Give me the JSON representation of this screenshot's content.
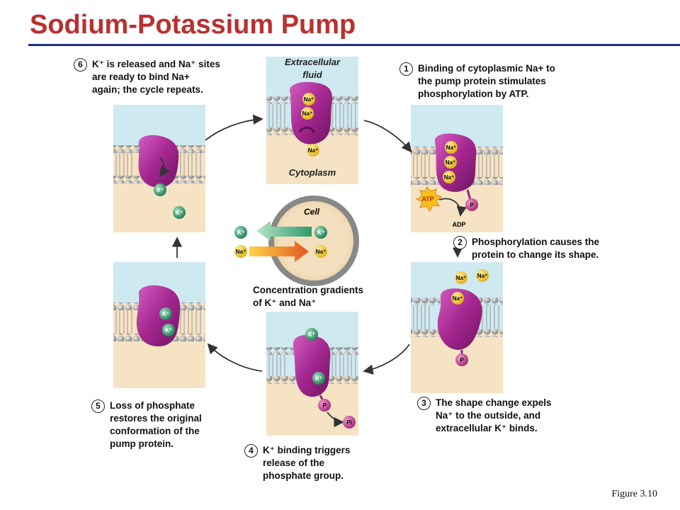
{
  "title": "Sodium-Potassium Pump",
  "figure_ref": "Figure 3.10",
  "labels": {
    "extracellular_line1": "Extracellular",
    "extracellular_line2": "fluid",
    "cytoplasm": "Cytoplasm",
    "cell": "Cell",
    "gradient_line1": "Concentration gradients",
    "gradient_line2": "of K⁺ and Na⁺"
  },
  "ions": {
    "na": "Na⁺",
    "k": "K⁺",
    "p": "P",
    "pi": "Pi",
    "atp": "ATP",
    "adp": "ADP"
  },
  "steps": [
    {
      "num": "1",
      "lines": [
        "Binding of cytoplasmic Na+ to",
        "the pump protein stimulates",
        "phosphorylation by ATP."
      ]
    },
    {
      "num": "2",
      "lines": [
        "Phosphorylation causes the",
        "protein to change its shape."
      ]
    },
    {
      "num": "3",
      "lines": [
        "The shape change expels",
        "Na⁺ to the outside, and",
        "extracellular K⁺ binds."
      ]
    },
    {
      "num": "4",
      "lines": [
        "K⁺ binding triggers",
        "release of the",
        "phosphate group."
      ]
    },
    {
      "num": "5",
      "lines": [
        "Loss of phosphate",
        "restores the original",
        "conformation of the",
        "pump protein."
      ]
    },
    {
      "num": "6",
      "lines": [
        "K⁺ is released and Na⁺ sites",
        "are ready to bind Na+",
        "again; the cycle repeats."
      ]
    }
  ],
  "colors": {
    "title": "#b8312f",
    "rule": "#1f2f86",
    "extracellular": "#cfe9f1",
    "cytoplasm": "#f5e3c3",
    "protein": "#b0379e",
    "na_ion": "#f2c21b",
    "k_ion": "#2f9a6b",
    "phosphate": "#c03a8e"
  }
}
